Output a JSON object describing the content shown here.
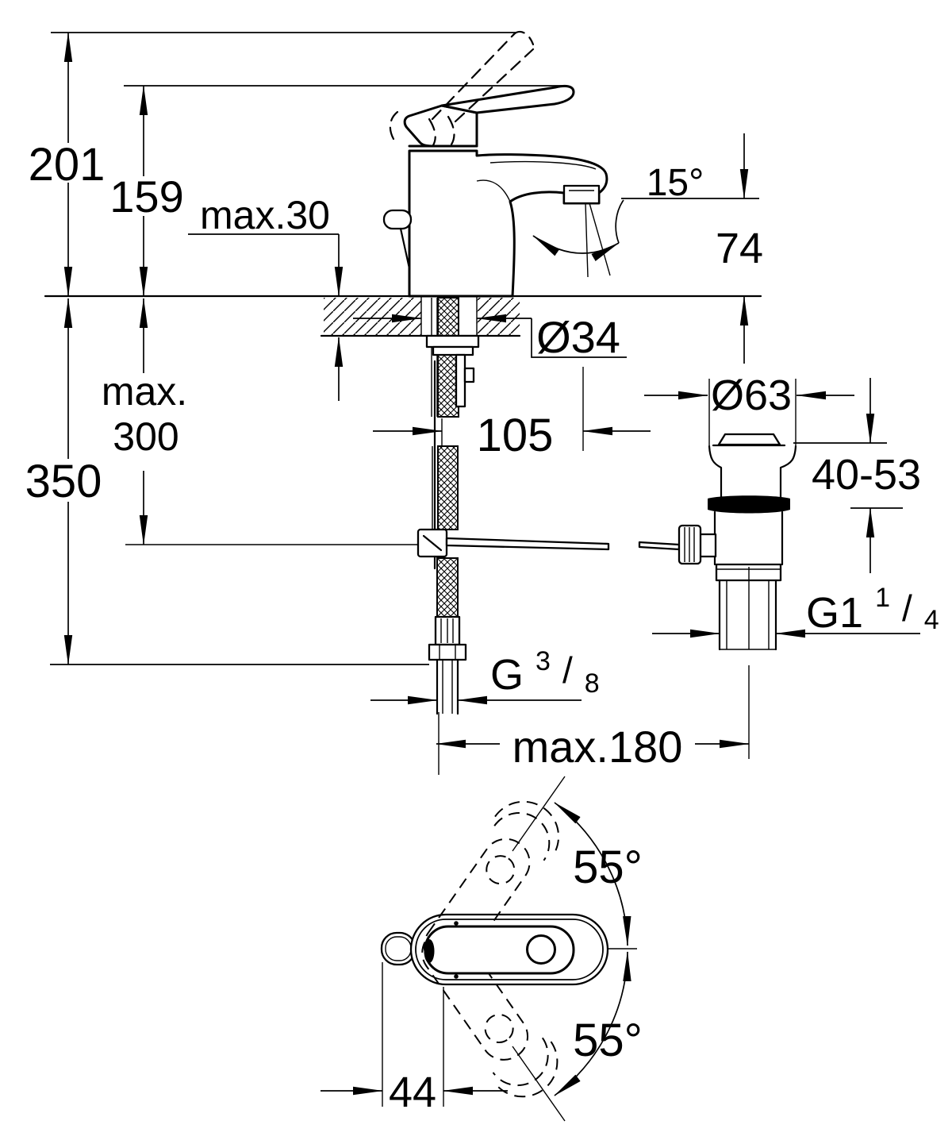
{
  "labels": {
    "total_height": "201",
    "lever_tip_height": "159",
    "deck_thickness_max": "max.30",
    "spout_angle": "15°",
    "spout_outlet_height": "74",
    "mounting_hole_diameter": "Ø34",
    "hose_drop_max_word": "max.",
    "hose_drop_max_value": "300",
    "supply_hose_length": "350",
    "spout_projection": "105",
    "waste_flange_diameter": "Ø63",
    "basin_deck_range": "40-53",
    "waste_thread": {
      "main": "G1",
      "sup": "1",
      "slash": "/",
      "sub": "4"
    },
    "supply_thread": {
      "main": "G",
      "sup": "3",
      "slash": "/",
      "sub": "8"
    },
    "rod_distance_max": "max.180",
    "handle_swing_upper": "55°",
    "handle_swing_lower": "55°",
    "handle_width": "44"
  },
  "colors": {
    "line": "#000000",
    "background": "#ffffff"
  }
}
